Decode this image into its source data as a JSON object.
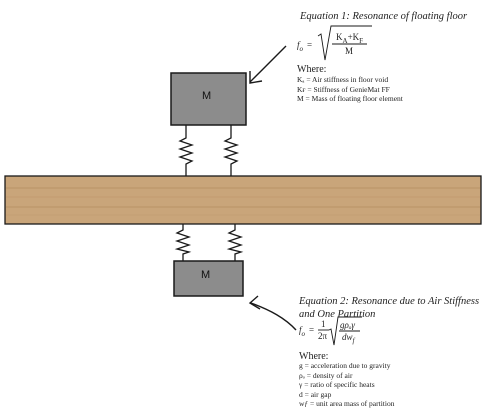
{
  "equation1": {
    "title": "Equation 1: Resonance of floating floor",
    "lhs": "f",
    "lhs_sub": "o",
    "equals": "=",
    "numerator": "K",
    "numerator_sub_a": "A",
    "plus": "+K",
    "numerator_sub_f": "F",
    "denominator": "M",
    "where_label": "Where:",
    "definitions": [
      "Kₐ = Air stiffness in floor void",
      "Kғ = Stiffness of GenieMat FF",
      "M = Mass of floating floor element"
    ]
  },
  "equation2": {
    "title": "Equation 2: Resonance due to Air Stiffness and One Partition",
    "lhs": "f",
    "lhs_sub": "o",
    "equals": "=",
    "coef_num": "1",
    "coef_den": "2π",
    "rad_num": "gρₒγ",
    "rad_den": "dw",
    "rad_den_sub": "f",
    "where_label": "Where:",
    "definitions": [
      "g = acceleration due to gravity",
      "ρₒ = density of air",
      "γ = ratio of specific heats",
      "d = air gap",
      "wƒ = unit area mass of partition"
    ]
  },
  "upper_mass_label": "M",
  "lower_mass_label": "M",
  "colors": {
    "mass_fill": "#8c8c8c",
    "slab_fill": "#c9a57a",
    "slab_line": "#b38d62",
    "ink": "#1a1a1a"
  }
}
